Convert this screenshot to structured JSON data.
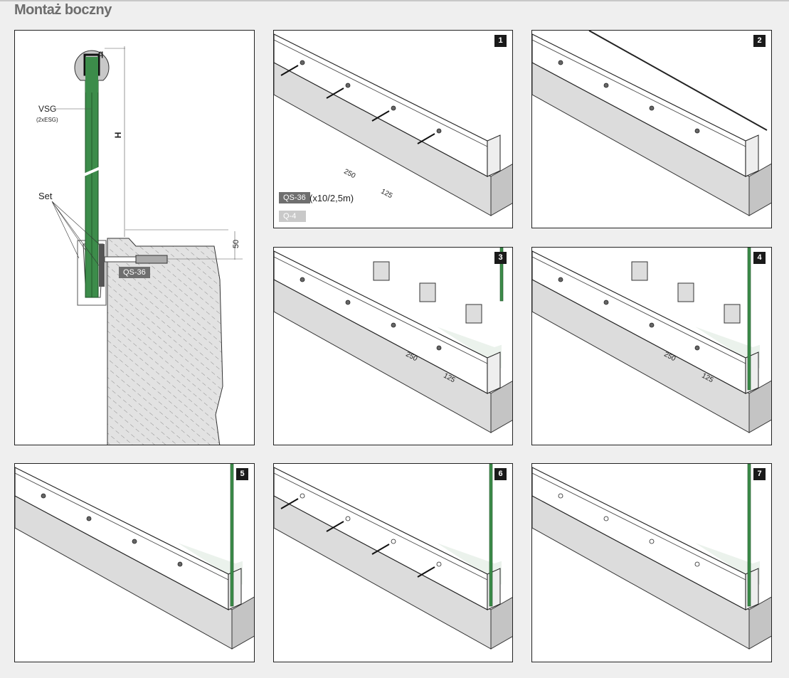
{
  "title": "Montaż boczny",
  "section_diagram": {
    "label_q": "q",
    "label_vsg": "VSG",
    "label_vsg_sub": "(2xESG)",
    "label_h": "H",
    "label_set": "Set",
    "label_50": "50",
    "tag_qs36": "QS-36"
  },
  "steps": [
    {
      "number": "1",
      "dim_250": "250",
      "dim_125": "125",
      "tag_qs36": "QS-36",
      "qty": "(x10/2,5m)",
      "tag_q4": "Q-4"
    },
    {
      "number": "2"
    },
    {
      "number": "3",
      "dim_250": "250",
      "dim_125": "125"
    },
    {
      "number": "4",
      "dim_250": "250",
      "dim_125": "125"
    },
    {
      "number": "5"
    },
    {
      "number": "6"
    },
    {
      "number": "7"
    }
  ],
  "colors": {
    "glass": "#3c8c4a",
    "tag_dark": "#6f6f6f",
    "tag_light": "#c9c9c9",
    "concrete": "#d6d6d6"
  }
}
